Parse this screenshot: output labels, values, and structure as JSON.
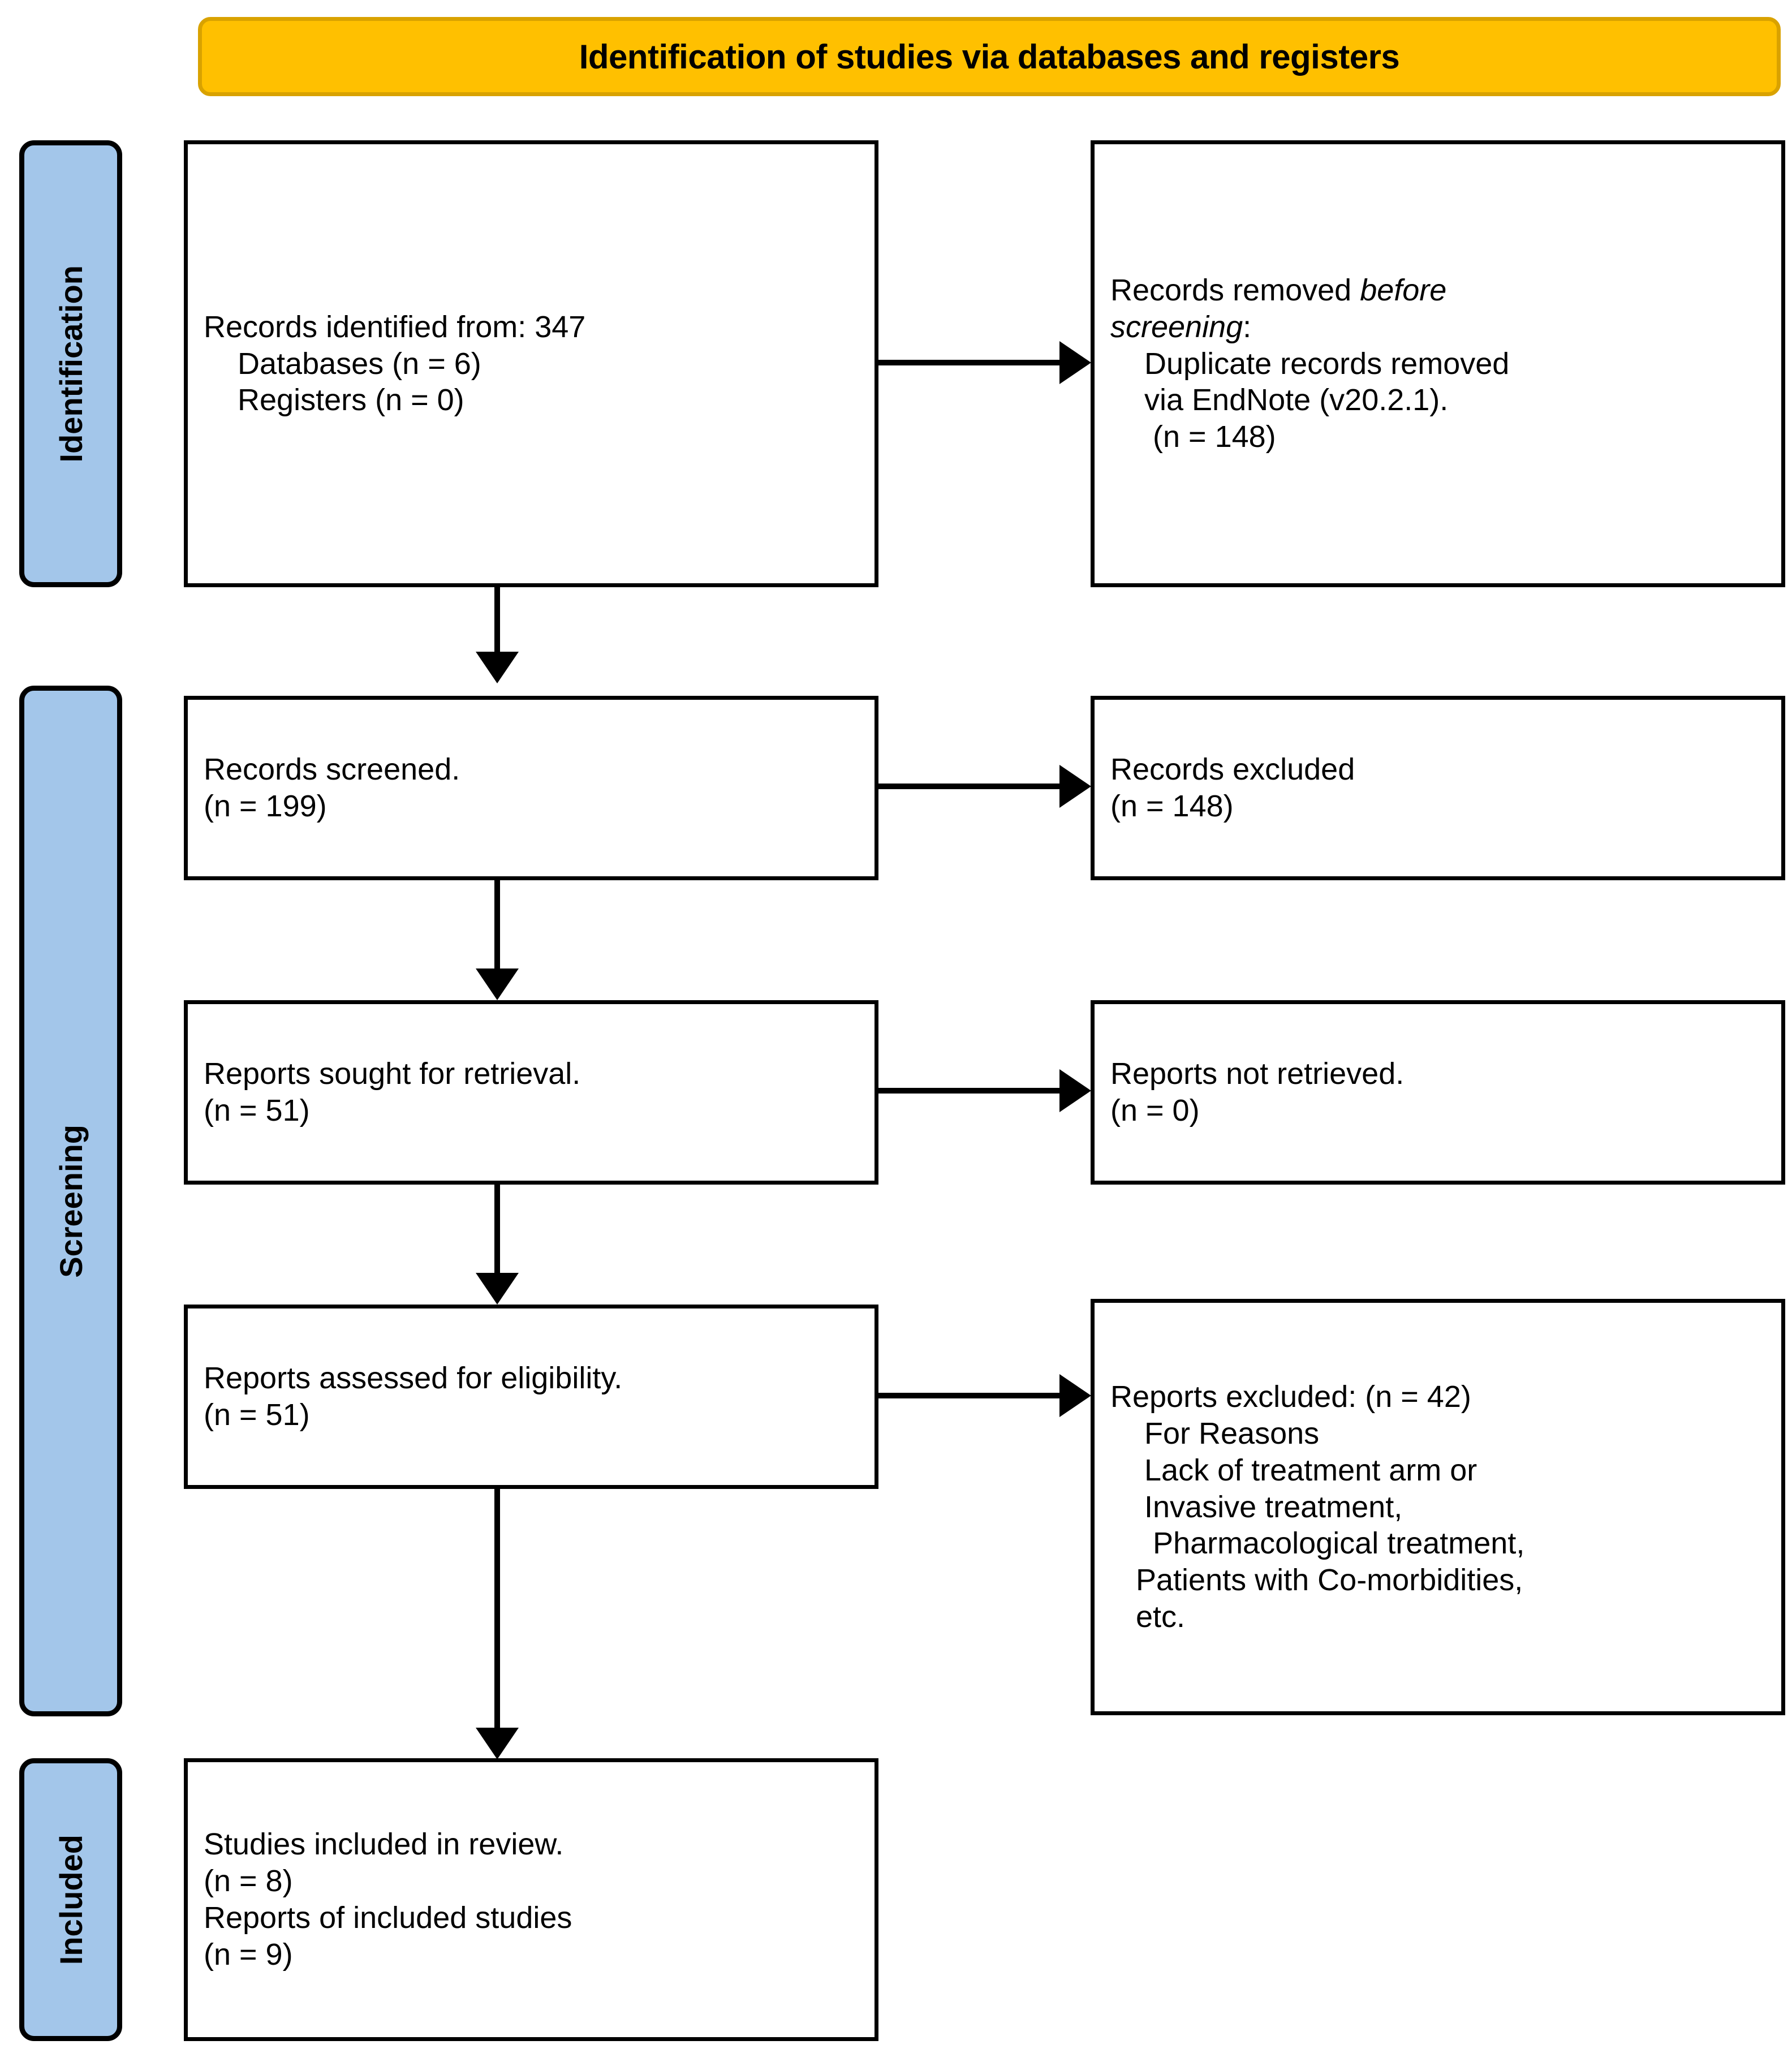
{
  "diagram": {
    "title": "Identification of studies via databases and registers",
    "colors": {
      "banner_fill": "#FFC000",
      "banner_border": "#D9A200",
      "stage_fill": "#A3C6EA",
      "stage_border": "#000000",
      "box_border": "#000000",
      "text": "#000000"
    }
  },
  "stages": {
    "identification": "Identification",
    "screening": "Screening",
    "included": "Included"
  },
  "boxes": {
    "records_identified": {
      "lines": [
        "Records identified from: 347",
        "    Databases (n = 6)",
        "    Registers (n = 0)"
      ]
    },
    "records_removed": {
      "line1_normal": "Records removed ",
      "line1_italic": "before",
      "line2_italic": "screening",
      "line2_normal": ":",
      "lines": [
        "    Duplicate records removed",
        "    via EndNote (v20.2.1).",
        "     (n = 148)"
      ]
    },
    "records_screened": {
      "lines": [
        "Records screened.",
        "(n = 199)"
      ]
    },
    "records_excluded": {
      "lines": [
        "Records excluded",
        "(n = 148)"
      ]
    },
    "reports_sought": {
      "lines": [
        "Reports sought for retrieval.",
        "(n = 51)"
      ]
    },
    "reports_not_retrieved": {
      "lines": [
        "Reports not retrieved.",
        "(n = 0)"
      ]
    },
    "reports_assessed": {
      "lines": [
        "Reports assessed for eligibility.",
        "(n = 51)"
      ]
    },
    "reports_excluded": {
      "lines": [
        "Reports excluded: (n = 42)",
        "    For Reasons",
        "    Lack of treatment arm or",
        "    Invasive treatment,",
        "     Pharmacological treatment,",
        "   Patients with Co-morbidities,",
        "   etc."
      ]
    },
    "studies_included": {
      "lines": [
        "Studies included in review.",
        "(n = 8)",
        "Reports of included studies",
        "(n = 9)"
      ]
    }
  }
}
